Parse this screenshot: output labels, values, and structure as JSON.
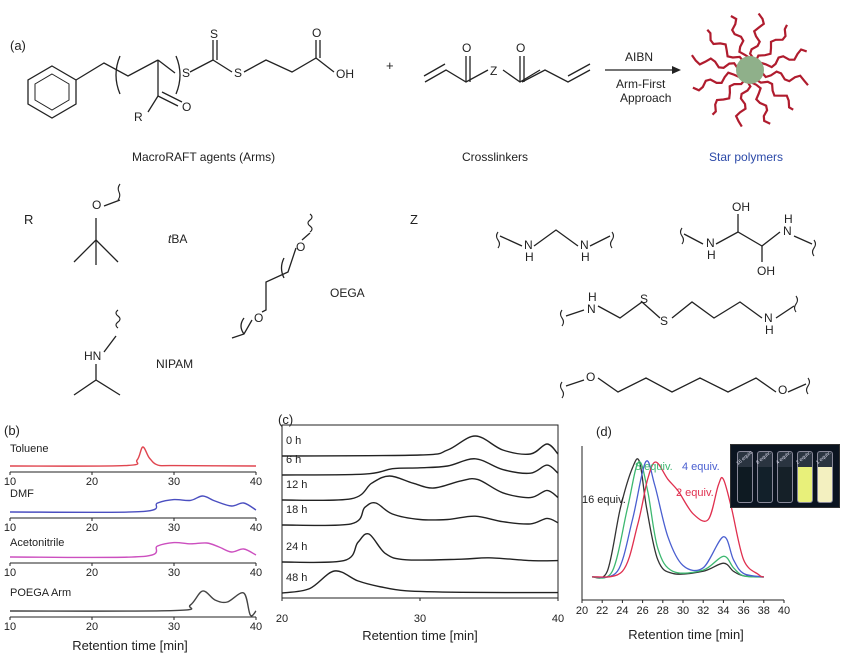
{
  "panels": {
    "a": "(a)",
    "b": "(b)",
    "c": "(c)",
    "d": "(d)"
  },
  "scheme": {
    "plus": "+",
    "reagent": "AIBN",
    "approach": [
      "Arm-First",
      "Approach"
    ],
    "macroraft_label": "MacroRAFT agents (Arms)",
    "crosslinkers_label": "Crosslinkers",
    "star_label": "Star polymers",
    "star_color": "#2b49a8",
    "arm_color": "#b01c2e",
    "core_color": "#8fb08a",
    "atoms": {
      "S": "S",
      "O": "O",
      "OH": "OH",
      "Z": "Z",
      "R": "R",
      "N": "N",
      "H": "H",
      "HN": "HN"
    },
    "r_label": "R",
    "z_label": "Z",
    "r_groups": {
      "tba": "tBA",
      "tba_prefix": "t",
      "tba_suffix": "BA",
      "oega": "OEGA",
      "nipam": "NIPAM"
    }
  },
  "chart_data": [
    {
      "type": "line",
      "panel": "(b)",
      "xlabel": "Retention time [min]",
      "xlim": [
        10,
        40
      ],
      "xticks": [
        10,
        20,
        30,
        40
      ],
      "series": [
        {
          "name": "Toluene",
          "color": "#e0454f",
          "points": [
            [
              10,
              0
            ],
            [
              24,
              0.02
            ],
            [
              25.5,
              0.3
            ],
            [
              26.2,
              0.95
            ],
            [
              27,
              0.4
            ],
            [
              28,
              0.05
            ],
            [
              30,
              0.02
            ],
            [
              40,
              0
            ]
          ]
        },
        {
          "name": "DMF",
          "color": "#4a4ec0",
          "points": [
            [
              10,
              0
            ],
            [
              26,
              0.02
            ],
            [
              28,
              0.45
            ],
            [
              30,
              0.62
            ],
            [
              32,
              0.58
            ],
            [
              33.5,
              0.8
            ],
            [
              35,
              0.55
            ],
            [
              37,
              0.3
            ],
            [
              38.5,
              0.45
            ],
            [
              40,
              0.1
            ]
          ]
        },
        {
          "name": "Acetonitrile",
          "color": "#cc4fbf",
          "points": [
            [
              10,
              0
            ],
            [
              26,
              0.02
            ],
            [
              28,
              0.55
            ],
            [
              30,
              0.72
            ],
            [
              32,
              0.66
            ],
            [
              34,
              0.7
            ],
            [
              35.5,
              0.5
            ],
            [
              37,
              0.25
            ],
            [
              38.5,
              0.4
            ],
            [
              40,
              0.1
            ]
          ]
        },
        {
          "name": "POEGA Arm",
          "color": "#444444",
          "points": [
            [
              10,
              0
            ],
            [
              30,
              0.02
            ],
            [
              32,
              0.3
            ],
            [
              33.5,
              1.0
            ],
            [
              35,
              0.55
            ],
            [
              36.5,
              0.45
            ],
            [
              38.5,
              0.9
            ],
            [
              39.3,
              -0.2
            ],
            [
              40,
              0
            ]
          ]
        }
      ]
    },
    {
      "type": "line",
      "panel": "(c)",
      "xlabel": "Retention time [min]",
      "xlim": [
        20,
        40
      ],
      "xticks": [
        20,
        30,
        40
      ],
      "series": [
        {
          "name": "0 h",
          "color": "#222222",
          "points": [
            [
              20,
              0
            ],
            [
              30,
              0.05
            ],
            [
              32,
              0.3
            ],
            [
              34,
              1.0
            ],
            [
              36,
              0.3
            ],
            [
              38,
              0.1
            ],
            [
              39.2,
              0.6
            ],
            [
              40,
              0.1
            ]
          ]
        },
        {
          "name": "6 h",
          "color": "#222222",
          "points": [
            [
              20,
              0
            ],
            [
              26,
              0.05
            ],
            [
              28,
              0.35
            ],
            [
              30,
              0.4
            ],
            [
              32,
              0.5
            ],
            [
              34,
              0.9
            ],
            [
              36,
              0.3
            ],
            [
              38,
              0.1
            ],
            [
              39.2,
              0.55
            ],
            [
              40,
              0.1
            ]
          ]
        },
        {
          "name": "12 h",
          "color": "#222222",
          "points": [
            [
              20,
              0
            ],
            [
              25,
              0.05
            ],
            [
              26.5,
              0.7
            ],
            [
              27.8,
              1.0
            ],
            [
              29.5,
              0.7
            ],
            [
              31,
              0.5
            ],
            [
              33,
              0.8
            ],
            [
              34.2,
              0.85
            ],
            [
              36,
              0.3
            ],
            [
              38,
              0.1
            ],
            [
              39.2,
              0.4
            ],
            [
              40,
              0.1
            ]
          ]
        },
        {
          "name": "18 h",
          "color": "#222222",
          "points": [
            [
              20,
              0
            ],
            [
              25,
              0.05
            ],
            [
              26,
              0.8
            ],
            [
              26.8,
              1.0
            ],
            [
              28,
              0.5
            ],
            [
              30,
              0.25
            ],
            [
              32,
              0.25
            ],
            [
              34,
              0.4
            ],
            [
              36,
              0.15
            ],
            [
              38,
              0.05
            ],
            [
              39.2,
              0.3
            ],
            [
              40,
              0.1
            ]
          ]
        },
        {
          "name": "24 h",
          "color": "#222222",
          "points": [
            [
              20,
              0
            ],
            [
              24.5,
              0.05
            ],
            [
              25.5,
              0.7
            ],
            [
              26.3,
              1.0
            ],
            [
              27.5,
              0.3
            ],
            [
              29,
              0.08
            ],
            [
              33,
              0.1
            ],
            [
              35,
              0.15
            ],
            [
              38,
              0.05
            ],
            [
              40,
              0.05
            ]
          ]
        },
        {
          "name": "48 h",
          "color": "#222222",
          "points": [
            [
              20,
              0
            ],
            [
              22,
              0.2
            ],
            [
              23.8,
              1.0
            ],
            [
              25.5,
              0.55
            ],
            [
              27,
              0.3
            ],
            [
              29,
              0.1
            ],
            [
              33,
              0.03
            ],
            [
              40,
              0.02
            ]
          ]
        }
      ]
    },
    {
      "type": "line",
      "panel": "(d)",
      "xlabel": "Retention time [min]",
      "xlim": [
        20,
        40
      ],
      "xticks": [
        20,
        22,
        24,
        26,
        28,
        30,
        32,
        34,
        36,
        38,
        40
      ],
      "series": [
        {
          "name": "16 equiv.",
          "color": "#333333",
          "points": [
            [
              21,
              0
            ],
            [
              22.5,
              0.05
            ],
            [
              23.8,
              0.6
            ],
            [
              25,
              0.95
            ],
            [
              25.7,
              1.0
            ],
            [
              26.4,
              0.6
            ],
            [
              27.5,
              0.15
            ],
            [
              29,
              0.03
            ],
            [
              32,
              0.05
            ],
            [
              34,
              0.12
            ],
            [
              35,
              0.05
            ],
            [
              36,
              0.01
            ],
            [
              38,
              0
            ]
          ]
        },
        {
          "name": "8 equiv.",
          "color": "#3db870",
          "points": [
            [
              21,
              0
            ],
            [
              23,
              0.05
            ],
            [
              24.5,
              0.6
            ],
            [
              25.6,
              1.0
            ],
            [
              26.5,
              0.75
            ],
            [
              27.5,
              0.25
            ],
            [
              29,
              0.05
            ],
            [
              32,
              0.06
            ],
            [
              34,
              0.18
            ],
            [
              35,
              0.08
            ],
            [
              36,
              0.01
            ],
            [
              38,
              0
            ]
          ]
        },
        {
          "name": "4 equiv.",
          "color": "#4a5fd0",
          "points": [
            [
              21,
              0
            ],
            [
              23.5,
              0.05
            ],
            [
              25,
              0.5
            ],
            [
              26.3,
              1.0
            ],
            [
              27.2,
              0.8
            ],
            [
              28.5,
              0.35
            ],
            [
              30,
              0.1
            ],
            [
              32,
              0.08
            ],
            [
              34,
              0.35
            ],
            [
              35,
              0.15
            ],
            [
              36,
              0.03
            ],
            [
              38,
              0
            ]
          ]
        },
        {
          "name": "2 equiv.",
          "color": "#e0304f",
          "points": [
            [
              21,
              0
            ],
            [
              24,
              0.05
            ],
            [
              25.5,
              0.45
            ],
            [
              26.5,
              0.85
            ],
            [
              27.3,
              1.0
            ],
            [
              28.5,
              0.85
            ],
            [
              29.5,
              0.75
            ],
            [
              31,
              0.55
            ],
            [
              32.5,
              0.5
            ],
            [
              33.5,
              0.8
            ],
            [
              34,
              0.85
            ],
            [
              34.8,
              0.6
            ],
            [
              36,
              0.15
            ],
            [
              37.5,
              0.02
            ],
            [
              38,
              0
            ]
          ]
        }
      ]
    }
  ],
  "photo": {
    "vial_labels": [
      "16 equiv.",
      "8 equiv.",
      "4 equiv.",
      "2 equiv.",
      "1 equiv."
    ],
    "vial_colors": [
      "#0e1a22",
      "#12202a",
      "#152028",
      "#e8f07a",
      "#f3f0c0"
    ]
  }
}
